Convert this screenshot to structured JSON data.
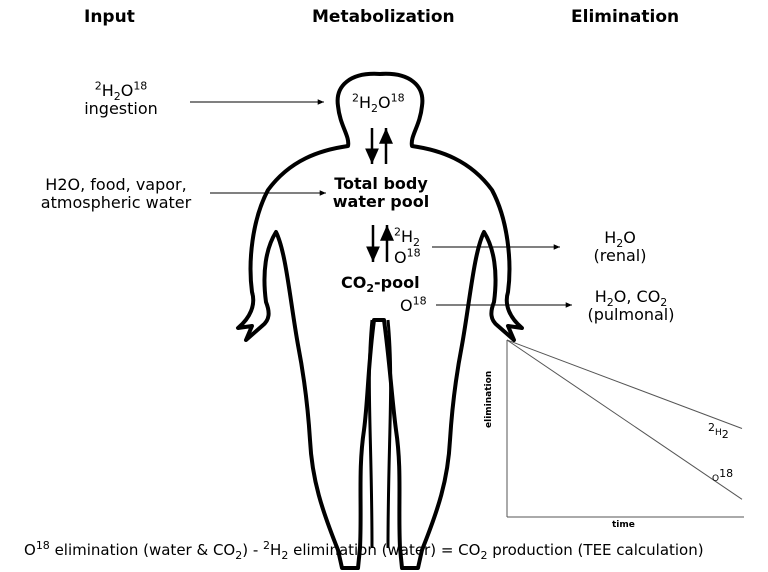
{
  "headers": {
    "input": "Input",
    "metabolization": "Metabolization",
    "elimination": "Elimination"
  },
  "inputs": {
    "ingestion_sup1": "2",
    "ingestion_h": "H",
    "ingestion_sub": "2",
    "ingestion_o": "O",
    "ingestion_sup2": "18",
    "ingestion_word": "ingestion",
    "water_line1": "H2O, food, vapor,",
    "water_line2": "atmospheric water"
  },
  "body_labels": {
    "tracer_sup1": "2",
    "tracer_h": "H",
    "tracer_sub": "2",
    "tracer_o": "O",
    "tracer_sup2": "18",
    "pool_line1": "Total body",
    "pool_line2": "water pool",
    "h2_sup": "2",
    "h2_h": "H",
    "h2_sub": "2",
    "o18_o": "O",
    "o18_sup": "18",
    "co2_pre": "CO",
    "co2_sub": "2",
    "co2_post": "-pool",
    "o18b_o": "O",
    "o18b_sup": "18"
  },
  "outputs": {
    "renal_h": "H",
    "renal_sub": "2",
    "renal_o": "O",
    "renal_word": "(renal)",
    "pulm_h": "H",
    "pulm_sub1": "2",
    "pulm_mid": "O, CO",
    "pulm_sub2": "2",
    "pulm_word": "(pulmonal)"
  },
  "chart_data": {
    "type": "line",
    "xlabel": "time",
    "ylabel": "elimination",
    "series": [
      {
        "name_sup": "2",
        "name_h": "H",
        "name_sub": "2",
        "start": 1.0,
        "end": 0.5
      },
      {
        "name_o": "O",
        "name_sup": "18",
        "start": 1.0,
        "end": 0.1
      }
    ]
  },
  "footer": {
    "o": "O",
    "sup1": "18",
    "p1": " elimination (water & CO",
    "sub1": "2",
    "p2": ") - ",
    "sup2": "2",
    "h": "H",
    "sub2": "2",
    "p3": " elimination (water) = CO",
    "sub3": "2",
    "p4": " production (TEE calculation)"
  },
  "colors": {
    "ink": "#000000",
    "chart_line": "#555555"
  }
}
